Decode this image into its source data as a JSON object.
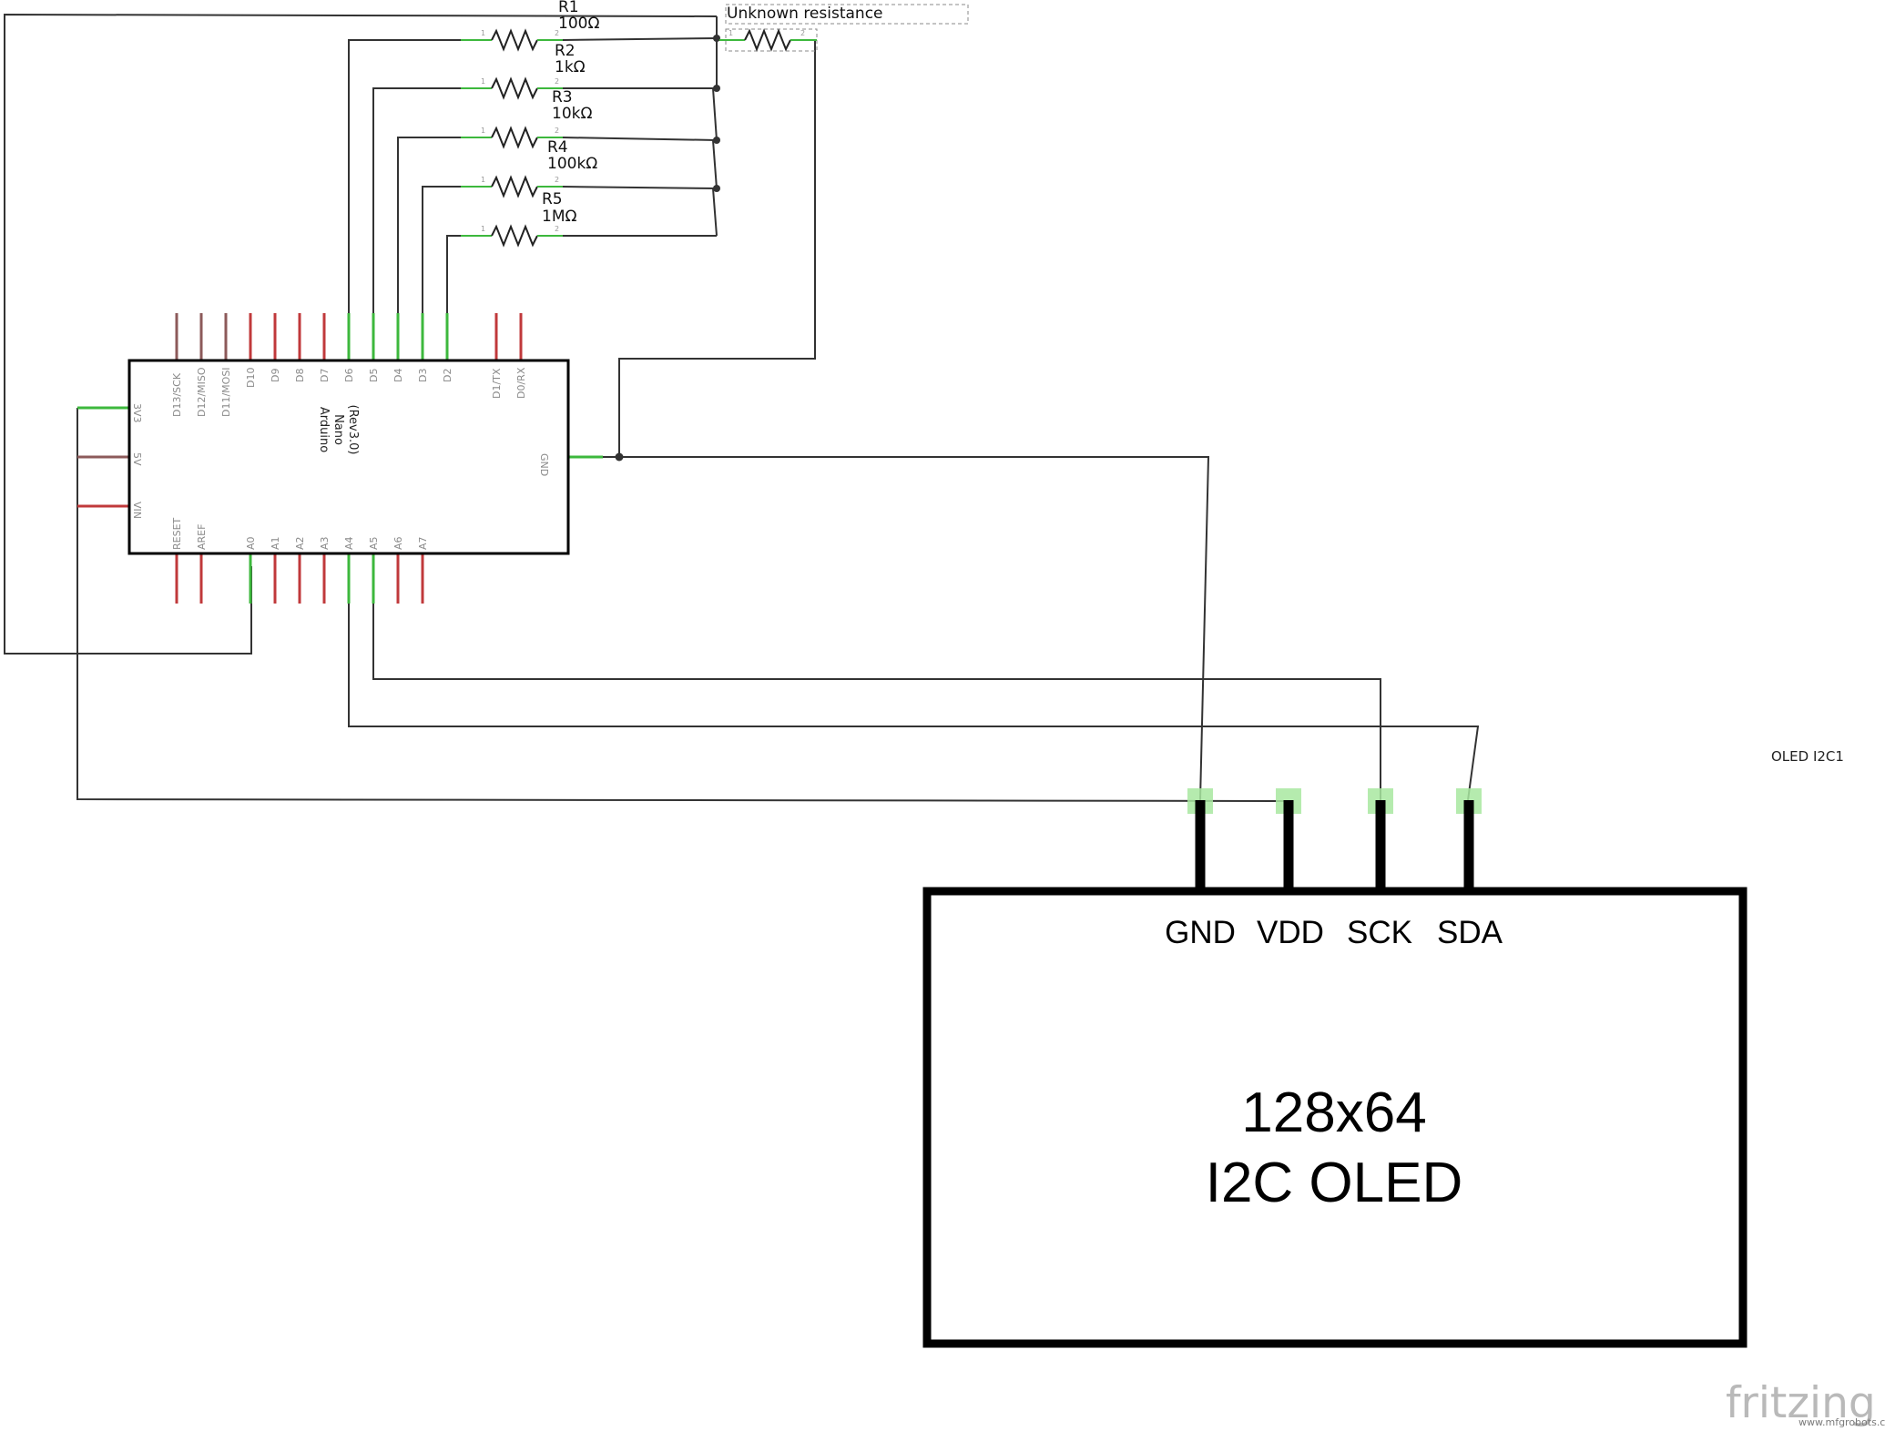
{
  "arduino": {
    "name_line1": "Arduino",
    "name_line2": "Nano",
    "name_line3": "(Rev3.0)",
    "top_pins": [
      "D13/SCK",
      "D12/MISO",
      "D11/MOSI",
      "D10",
      "D9",
      "D8",
      "D7",
      "D6",
      "D5",
      "D4",
      "D3",
      "D2",
      "D1/TX",
      "D0/RX"
    ],
    "bottom_pins": [
      "RESET",
      "AREF",
      "A0",
      "A1",
      "A2",
      "A3",
      "A4",
      "A5",
      "A6",
      "A7"
    ],
    "left_pins": [
      "3V3",
      "5V",
      "VIN"
    ],
    "right_pin": "GND"
  },
  "resistors": [
    {
      "ref": "R1",
      "value": "100Ω"
    },
    {
      "ref": "R2",
      "value": "1kΩ"
    },
    {
      "ref": "R3",
      "value": "10kΩ"
    },
    {
      "ref": "R4",
      "value": "100kΩ"
    },
    {
      "ref": "R5",
      "value": "1MΩ"
    }
  ],
  "pin_numbers": {
    "one": "1",
    "two": "2"
  },
  "unknown_resistance_label": "Unknown resistance",
  "oled": {
    "part_label": "OLED I2C1",
    "pins": [
      "GND",
      "VDD",
      "SCK",
      "SDA"
    ],
    "text_line1": "128x64",
    "text_line2": "I2C OLED"
  },
  "watermark": {
    "brand": "fritzing",
    "site": "www.mfgrobots.com"
  },
  "colors": {
    "wire": "#333333",
    "connected_pin": "#3db83d",
    "unconnected_pin": "#c0393b",
    "spi_pin": "#8c5a5a",
    "board_outline": "#000000",
    "pad_highlight": "#a8e8a0"
  }
}
